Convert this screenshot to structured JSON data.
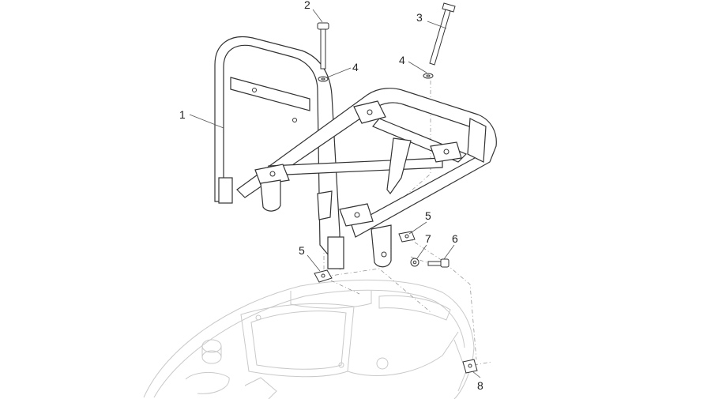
{
  "diagram": {
    "callouts": {
      "c1": "1",
      "c2": "2",
      "c3": "3",
      "c4a": "4",
      "c4b": "4",
      "c5a": "5",
      "c5b": "5",
      "c6": "6",
      "c7": "7",
      "c8": "8"
    }
  }
}
